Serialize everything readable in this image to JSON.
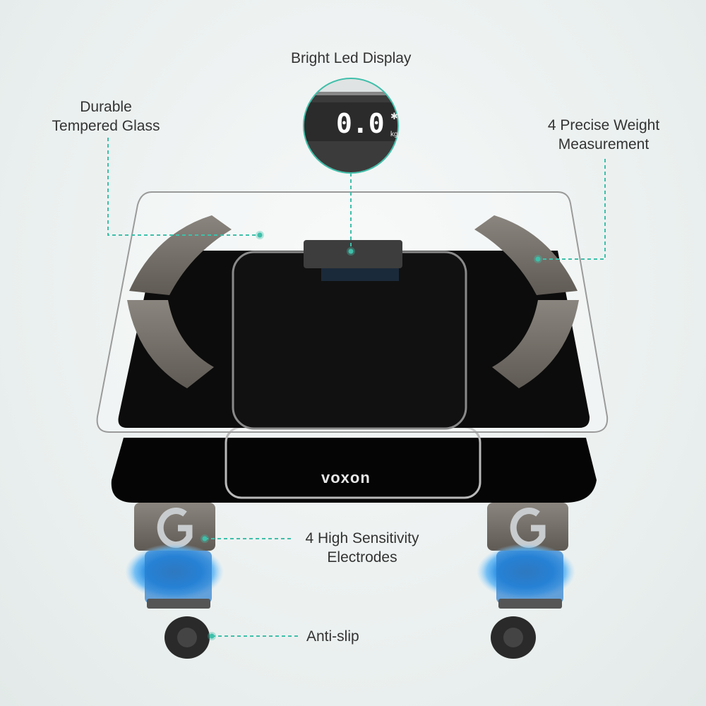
{
  "labels": {
    "display": "Bright Led Display",
    "glass_line1": "Durable",
    "glass_line2": "Tempered Glass",
    "weight_line1": "4 Precise Weight",
    "weight_line2": "Measurement",
    "electrodes_line1": "4 High Sensitivity",
    "electrodes_line2": "Electrodes",
    "antislip": "Anti-slip"
  },
  "display": {
    "reading": "0.0",
    "unit": "kg",
    "icon": "bluetooth-icon"
  },
  "brand": "voxon",
  "colors": {
    "accent": "#3fbfaa",
    "glass": "#111111",
    "electrode": "#6f6a64",
    "sensor_glow": "#2a8fe0"
  }
}
